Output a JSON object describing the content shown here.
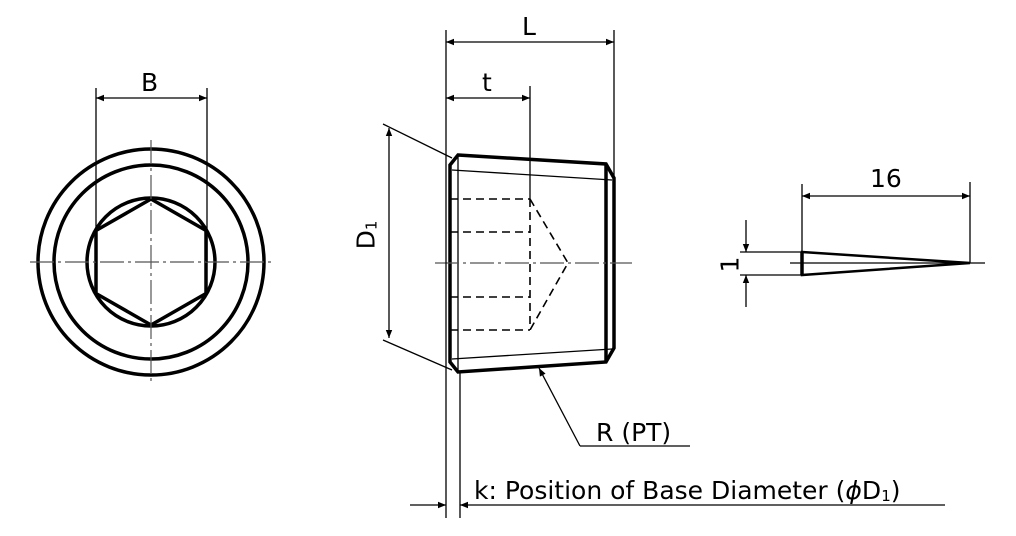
{
  "labels": {
    "B": "B",
    "L": "L",
    "t": "t",
    "D": "D",
    "D_sub": "1",
    "R_PT": "R (PT)",
    "k_text": "k: Position of Base Diameter (",
    "phi": "ϕ",
    "k_D": "D",
    "k_sub": "1",
    "k_close": ")",
    "length_16": "16",
    "thickness_1": "1"
  }
}
